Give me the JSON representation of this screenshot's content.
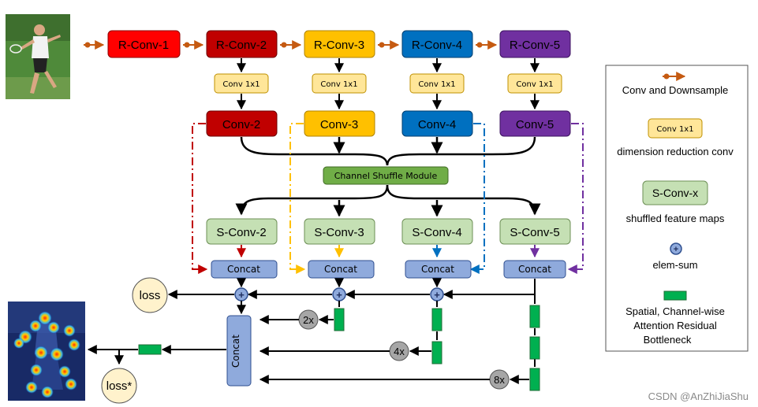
{
  "colors": {
    "conv2": "#c00000",
    "conv3": "#ffc000",
    "conv4": "#0070c0",
    "conv5": "#7030a0",
    "conv1": "#ff0000",
    "orange_arrow": "#c55a11",
    "reduction_fill": "#ffe699",
    "shuffle_fill": "#70ad47",
    "sconv_fill": "#c5e0b4",
    "concat_fill": "#8faadc",
    "attention_fill": "#00b050",
    "upsample_fill": "#a6a6a6",
    "loss_fill": "#fff2cc"
  },
  "backbone": {
    "r1": "R-Conv-1",
    "r2": "R-Conv-2",
    "r3": "R-Conv-3",
    "r4": "R-Conv-4",
    "r5": "R-Conv-5"
  },
  "reduction": {
    "c2": "Conv 1x1",
    "c3": "Conv 1x1",
    "c4": "Conv 1x1",
    "c5": "Conv 1x1"
  },
  "features": {
    "c2": "Conv-2",
    "c3": "Conv-3",
    "c4": "Conv-4",
    "c5": "Conv-5"
  },
  "shuffle": {
    "label": "Channel Shuffle Module"
  },
  "shuffled": {
    "s2": "S-Conv-2",
    "s3": "S-Conv-3",
    "s4": "S-Conv-4",
    "s5": "S-Conv-5"
  },
  "concat": {
    "c2": "Concat",
    "c3": "Concat",
    "c4": "Concat",
    "c5": "Concat",
    "final": "Concat"
  },
  "sum_symbol": "+",
  "upsample": {
    "u2": "2x",
    "u4": "4x",
    "u8": "8x"
  },
  "losses": {
    "loss": "loss",
    "loss_star": "loss*"
  },
  "legend": {
    "conv_downsample": "Conv and Downsample",
    "sample_reduction": "Conv 1x1",
    "dimension_reduction": "dimension reduction conv",
    "sample_sconv": "S-Conv-x",
    "shuffled_maps": "shuffled feature maps",
    "elem_sum": "elem-sum",
    "attention_line1": "Spatial, Channel-wise",
    "attention_line2": "Attention Residual",
    "attention_line3": "Bottleneck"
  },
  "watermark": "CSDN @AnZhiJiaShu"
}
